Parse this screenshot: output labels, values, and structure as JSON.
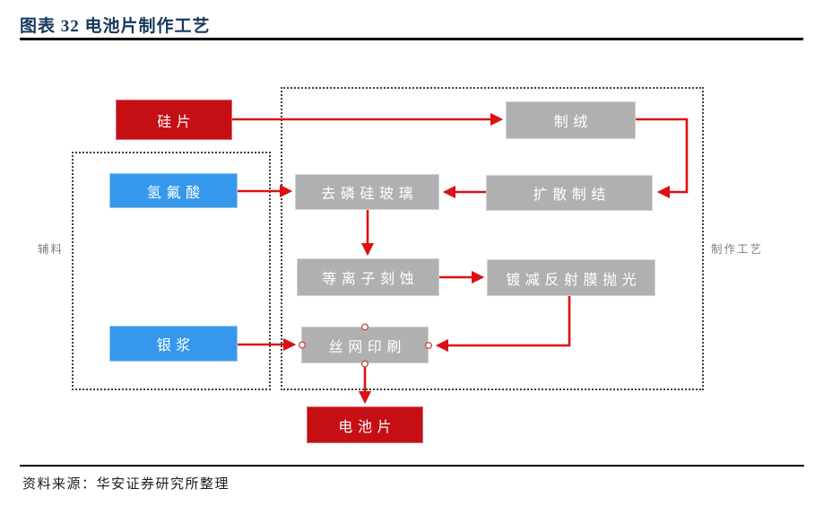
{
  "title": "图表 32 电池片制作工艺",
  "source": "资料来源：华安证券研究所整理",
  "colors": {
    "title-navy": "#17375D",
    "box-red": "#C50F14",
    "box-blue": "#3598EC",
    "box-gray": "#B0B0B0",
    "arrow-red": "#DD1111",
    "connector-ring": "#C0504D",
    "label-gray": "#7F7F7F",
    "rule-black": "#000000"
  },
  "diagram": {
    "aux_group_label": "辅料",
    "process_group_label": "制作工艺",
    "nodes": {
      "silicon_wafer": {
        "label": "硅片"
      },
      "hf_acid": {
        "label": "氢氟酸"
      },
      "silver_paste": {
        "label": "银浆"
      },
      "texturing": {
        "label": "制绒"
      },
      "diffusion": {
        "label": "扩散制结"
      },
      "psg_removal": {
        "label": "去磷硅玻璃"
      },
      "plasma_etching": {
        "label": "等离子刻蚀"
      },
      "ar_coating": {
        "label": "镀减反射膜抛光"
      },
      "screen_printing": {
        "label": "丝网印刷"
      },
      "cell": {
        "label": "电池片"
      }
    }
  }
}
